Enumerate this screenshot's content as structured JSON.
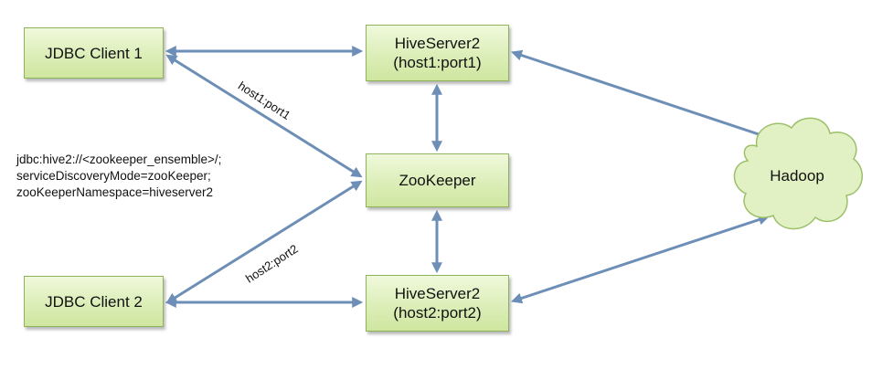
{
  "nodes": {
    "client1": "JDBC Client 1",
    "client2": "JDBC Client 2",
    "hiveserver1": {
      "line1": "HiveServer2",
      "line2": "(host1:port1)"
    },
    "zookeeper": "ZooKeeper",
    "hiveserver2": {
      "line1": "HiveServer2",
      "line2": "(host2:port2)"
    },
    "hadoop": "Hadoop"
  },
  "edge_labels": {
    "client1_to_zookeeper": "host1:port1",
    "client2_to_zookeeper": "host2:port2"
  },
  "connection_string": [
    "jdbc:hive2://<zookeeper_ensemble>/;",
    "serviceDiscoveryMode=zooKeeper;",
    "zooKeeperNamespace=hiveserver2"
  ],
  "colors": {
    "arrow": "#6d8fb7",
    "box_fill": "#dceeb8",
    "box_border": "#8fb35a",
    "cloud_fill": "#e2f1c4"
  }
}
